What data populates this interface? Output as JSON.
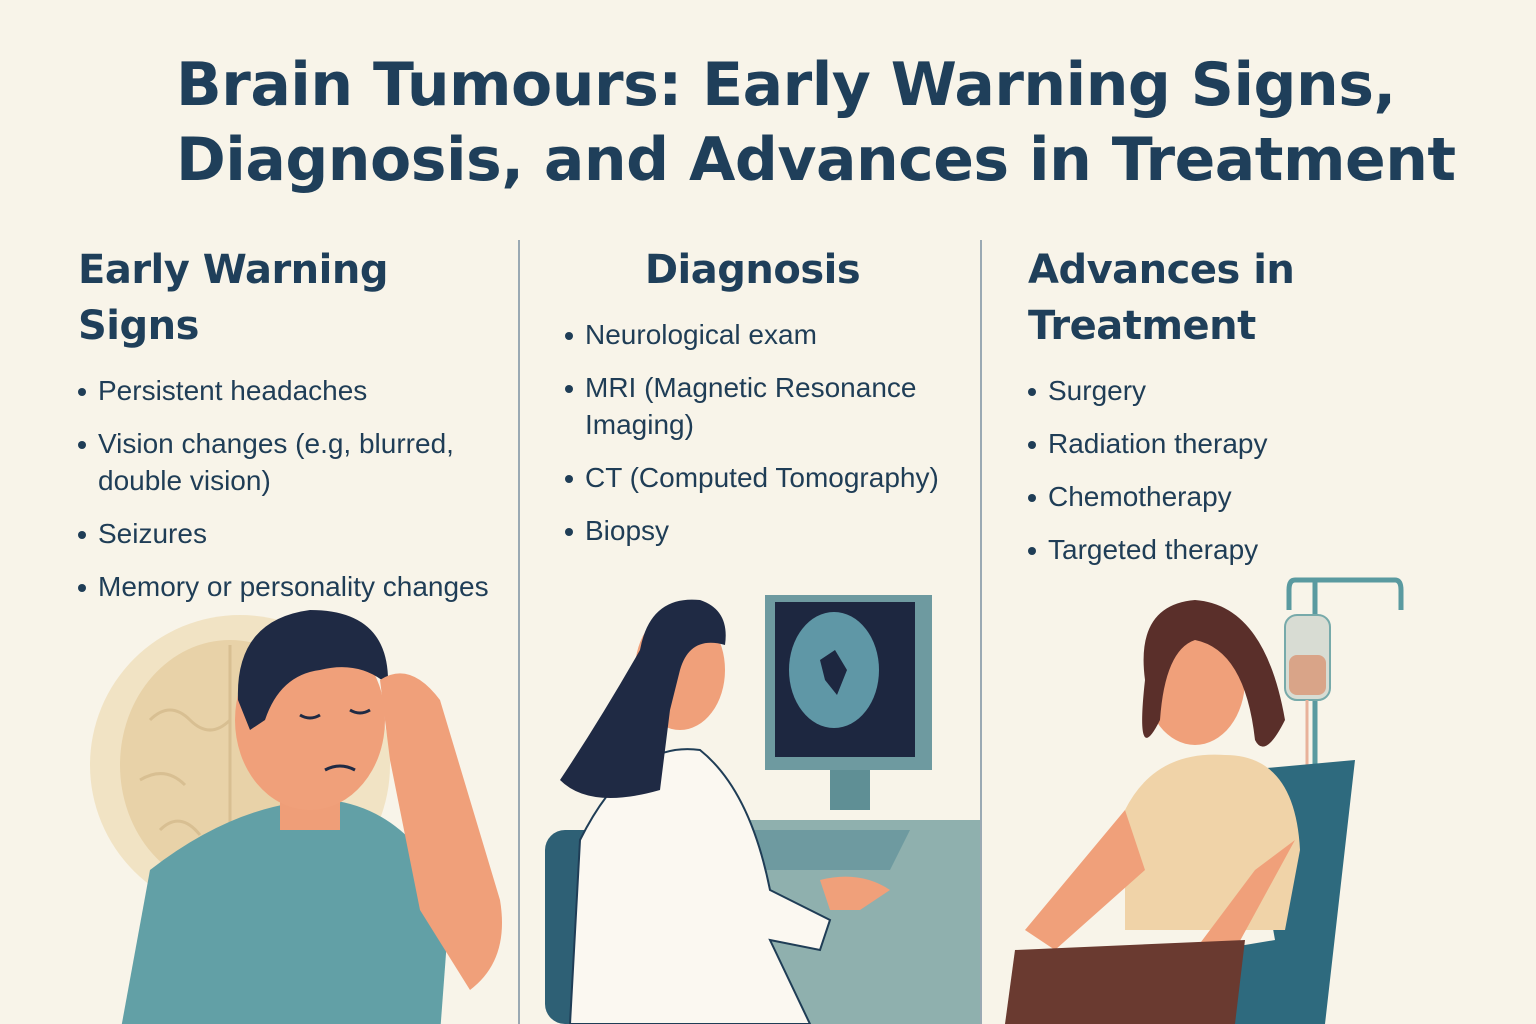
{
  "title": {
    "line1": "Brain Tumours: Early Warning Signs,",
    "line2": "Diagnosis, and Advances in Treatment"
  },
  "columns": [
    {
      "heading": "Early Warning Signs",
      "items": [
        "Persistent headaches",
        "Vision changes (e.g, blurred, double vision)",
        "Seizures",
        "Memory or personality changes"
      ],
      "illustration": "man-with-headache-and-brain"
    },
    {
      "heading": "Diagnosis",
      "items": [
        "Neurological exam",
        "MRI (Magnetic Resonance Imaging)",
        "CT (Computed Tomography)",
        "Biopsy"
      ],
      "illustration": "doctor-viewing-brain-scan"
    },
    {
      "heading": "Advances in Treatment",
      "items": [
        "Surgery",
        "Radiation therapy",
        "Chemotherapy",
        "Targeted therapy"
      ],
      "illustration": "patient-receiving-iv-therapy"
    }
  ],
  "colors": {
    "background": "#f8f4e9",
    "text": "#1f3f5a",
    "teal": "#5e9ea6",
    "skin": "#f0a07a",
    "navy": "#1f2a44"
  }
}
